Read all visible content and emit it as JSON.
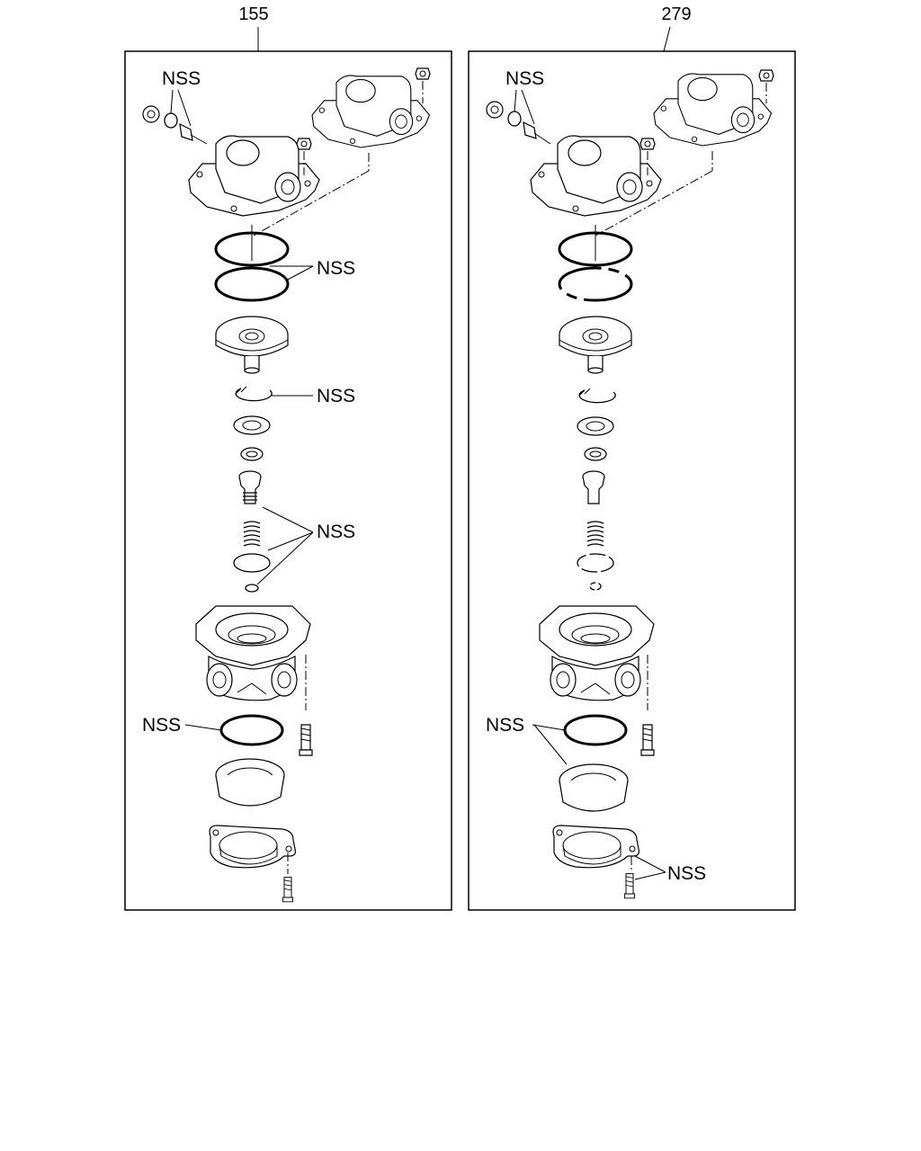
{
  "panels": [
    {
      "id": "left",
      "callout": "155",
      "labels": [
        "NSS",
        "NSS",
        "NSS",
        "NSS",
        "NSS"
      ]
    },
    {
      "id": "right",
      "callout": "279",
      "labels": [
        "NSS",
        "NSS",
        "NSS"
      ]
    }
  ]
}
